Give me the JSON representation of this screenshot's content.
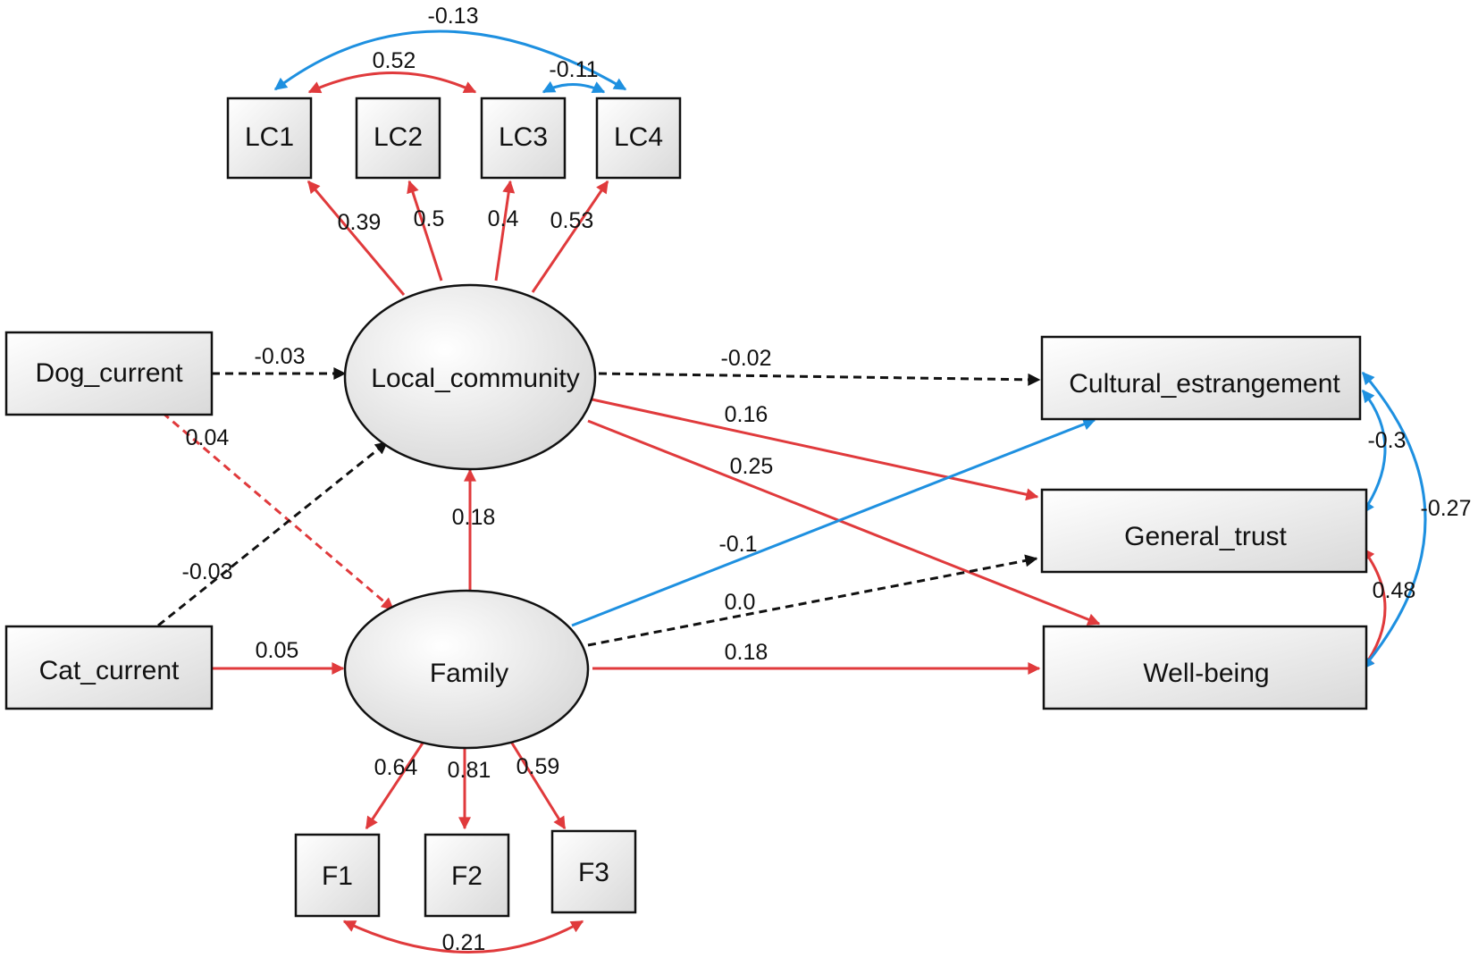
{
  "colors": {
    "positive": "#e03a3c",
    "negative": "#1e90e0",
    "nonsignificant": "#111111",
    "node_fill_light": "#ffffff",
    "node_fill_dark": "#dcdcdc",
    "node_stroke": "#111111"
  },
  "nodes": {
    "lc1": "LC1",
    "lc2": "LC2",
    "lc3": "LC3",
    "lc4": "LC4",
    "dog_current": "Dog_current",
    "cat_current": "Cat_current",
    "local_community": "Local_community",
    "family": "Family",
    "f1": "F1",
    "f2": "F2",
    "f3": "F3",
    "cultural_estrangement": "Cultural_estrangement",
    "general_trust": "General_trust",
    "well_being": "Well-being"
  },
  "coefficients": {
    "lc1_lc4": "-0.13",
    "lc1_lc3": "0.52",
    "lc3_lc4": "-0.11",
    "lcom_lc1": "0.39",
    "lcom_lc2": "0.5",
    "lcom_lc3": "0.4",
    "lcom_lc4": "0.53",
    "dog_lcom": "-0.03",
    "dog_family": "0.04",
    "cat_lcom": "-0.03",
    "cat_family": "0.05",
    "family_lcom": "0.18",
    "lcom_ce": "-0.02",
    "lcom_gt": "0.16",
    "lcom_wb": "0.25",
    "family_ce": "-0.1",
    "family_gt": "0.0",
    "family_wb": "0.18",
    "family_f1": "0.64",
    "family_f2": "0.81",
    "family_f3": "0.59",
    "f1_f3": "0.21",
    "ce_gt": "-0.3",
    "ce_wb": "-0.27",
    "gt_wb": "0.48"
  }
}
